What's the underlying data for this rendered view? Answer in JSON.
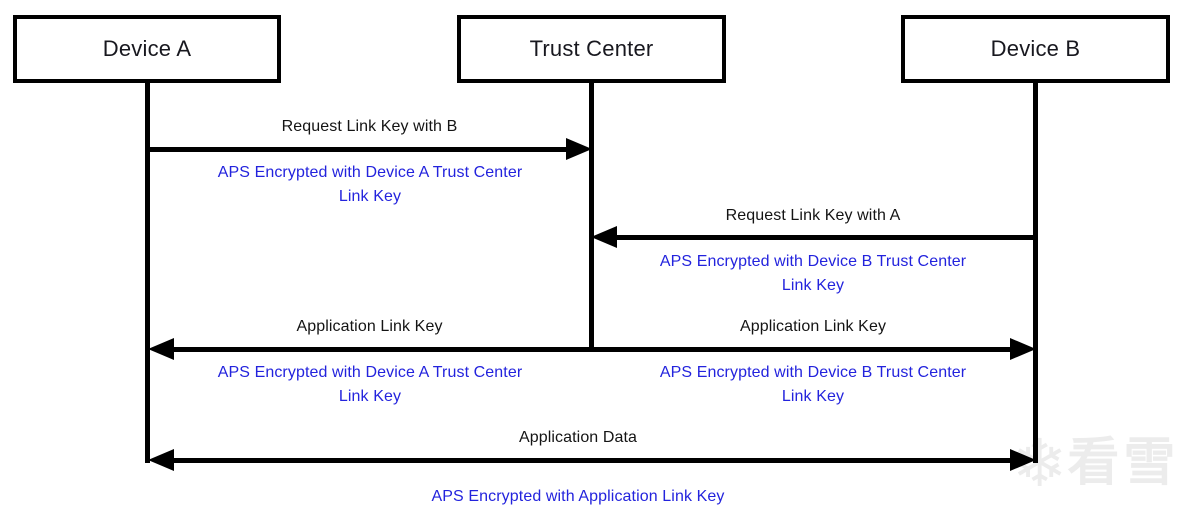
{
  "diagram": {
    "actors": [
      {
        "id": "device-a",
        "label": "Device A"
      },
      {
        "id": "trust-center",
        "label": "Trust Center"
      },
      {
        "id": "device-b",
        "label": "Device B"
      }
    ],
    "messages": [
      {
        "label": "Request Link Key with B",
        "caption": "APS Encrypted with Device A Trust Center\nLink Key",
        "from": "Device A",
        "to": "Trust Center",
        "direction": "right"
      },
      {
        "label": "Request Link Key with A",
        "caption": "APS Encrypted with Device B Trust Center\nLink Key",
        "from": "Device B",
        "to": "Trust Center",
        "direction": "left"
      },
      {
        "label_left": "Application Link Key",
        "label_right": "Application Link Key",
        "caption_left": "APS Encrypted with Device A Trust Center\nLink Key",
        "caption_right": "APS Encrypted with Device B Trust Center\nLink Key",
        "from": "Device A",
        "to": "Device B",
        "direction": "both"
      },
      {
        "label": "Application Data",
        "caption": "APS Encrypted with Application Link Key",
        "from": "Device A",
        "to": "Device B",
        "direction": "both"
      }
    ],
    "colors": {
      "caption_blue": "#2323dd",
      "line_black": "#000000",
      "label_black": "#141414"
    },
    "watermark": {
      "icon": "snowflake-icon",
      "snowflake_glyph": "❄",
      "text": "看雪"
    }
  }
}
